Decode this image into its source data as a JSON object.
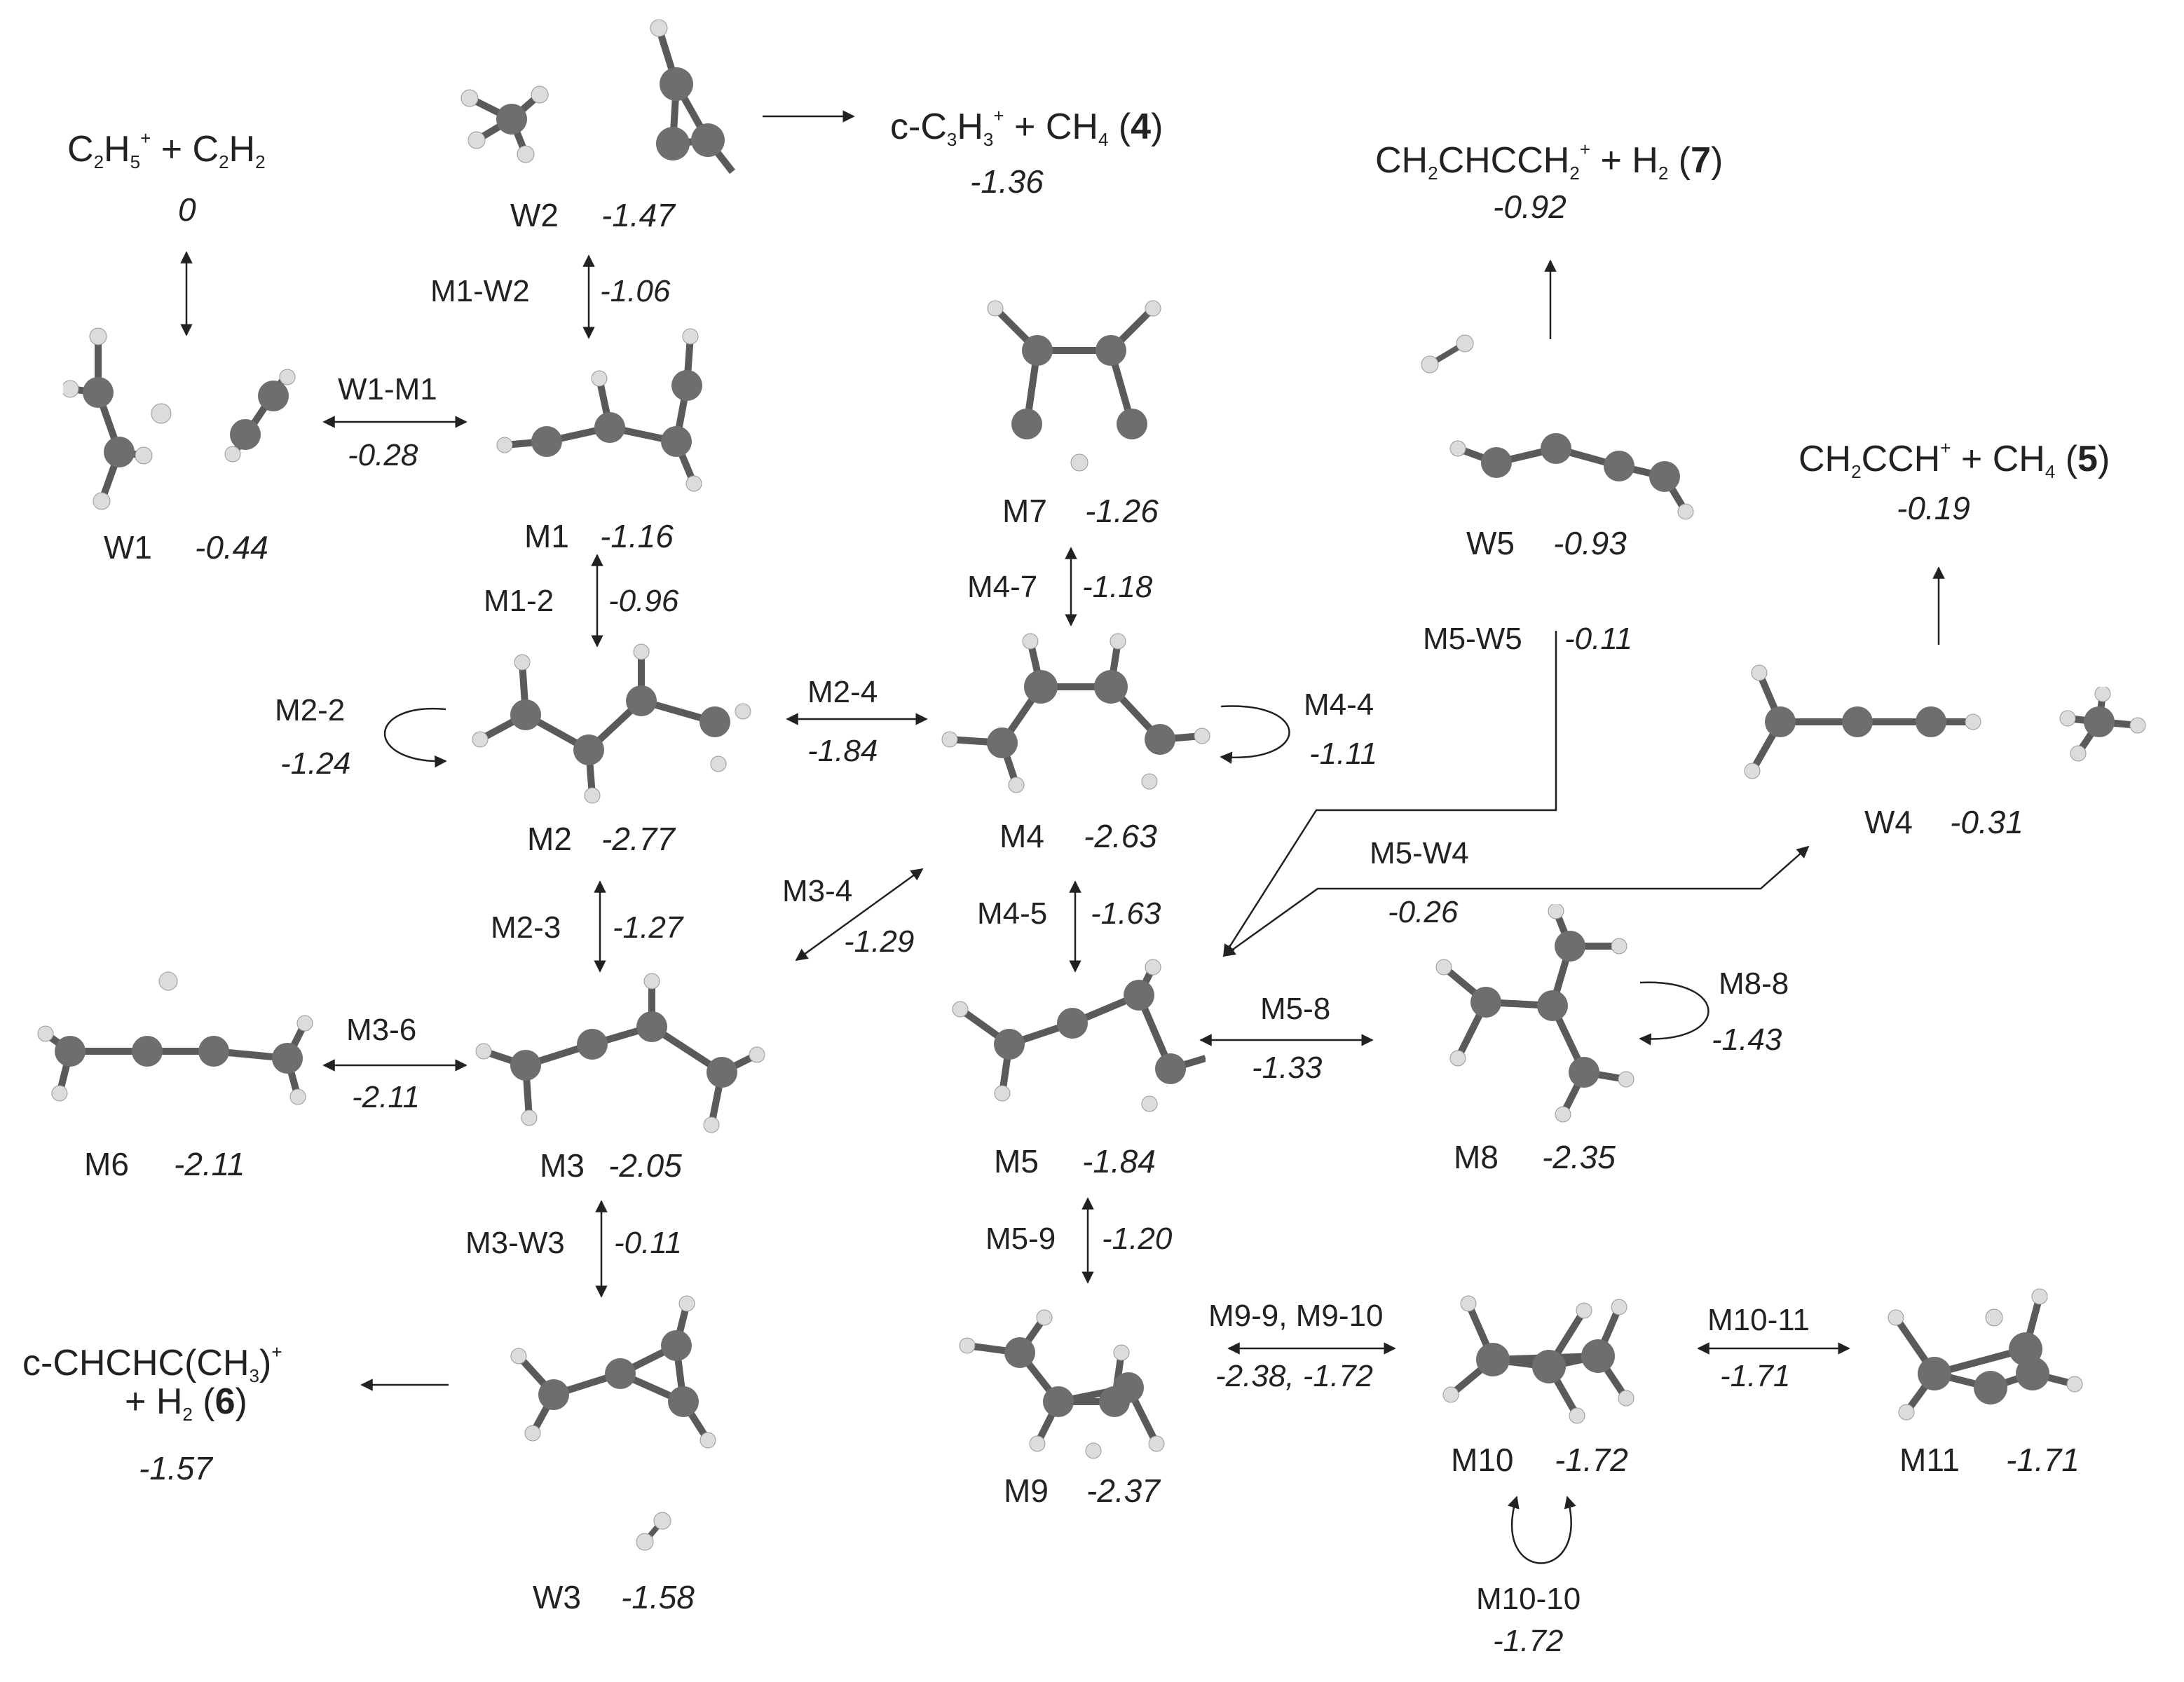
{
  "species": {
    "W1": {
      "name": "W1",
      "energy": "-0.44"
    },
    "W2": {
      "name": "W2",
      "energy": "-1.47"
    },
    "W3": {
      "name": "W3",
      "energy": "-1.58"
    },
    "W4": {
      "name": "W4",
      "energy": "-0.31"
    },
    "W5": {
      "name": "W5",
      "energy": "-0.93"
    },
    "M1": {
      "name": "M1",
      "energy": "-1.16"
    },
    "M2": {
      "name": "M2",
      "energy": "-2.77"
    },
    "M3": {
      "name": "M3",
      "energy": "-2.05"
    },
    "M4": {
      "name": "M4",
      "energy": "-2.63"
    },
    "M5": {
      "name": "M5",
      "energy": "-1.84"
    },
    "M6": {
      "name": "M6",
      "energy": "-2.11"
    },
    "M7": {
      "name": "M7",
      "energy": "-1.26"
    },
    "M8": {
      "name": "M8",
      "energy": "-2.35"
    },
    "M9": {
      "name": "M9",
      "energy": "-2.37"
    },
    "M10": {
      "name": "M10",
      "energy": "-1.72"
    },
    "M11": {
      "name": "M11",
      "energy": "-1.71"
    }
  },
  "products": {
    "reactants": {
      "energy": "0"
    },
    "p4": {
      "energy": "-1.36"
    },
    "p7": {
      "energy": "-0.92"
    },
    "p5": {
      "energy": "-0.19"
    },
    "p6": {
      "line2": "+ H",
      "energy": "-1.57"
    }
  },
  "transitions": {
    "W1-M1": {
      "label": "W1-M1",
      "energy": "-0.28"
    },
    "M1-W2": {
      "label": "M1-W2",
      "energy": "-1.06"
    },
    "M1-2": {
      "label": "M1-2",
      "energy": "-0.96"
    },
    "M2-2": {
      "label": "M2-2",
      "energy": "-1.24"
    },
    "M2-4": {
      "label": "M2-4",
      "energy": "-1.84"
    },
    "M4-4": {
      "label": "M4-4",
      "energy": "-1.11"
    },
    "M4-7": {
      "label": "M4-7",
      "energy": "-1.18"
    },
    "M2-3": {
      "label": "M2-3",
      "energy": "-1.27"
    },
    "M3-4": {
      "label": "M3-4",
      "energy": "-1.29"
    },
    "M4-5": {
      "label": "M4-5",
      "energy": "-1.63"
    },
    "M3-6": {
      "label": "M3-6",
      "energy": "-2.11"
    },
    "M5-8": {
      "label": "M5-8",
      "energy": "-1.33"
    },
    "M8-8": {
      "label": "M8-8",
      "energy": "-1.43"
    },
    "M3-W3": {
      "label": "M3-W3",
      "energy": "-0.11"
    },
    "M5-9": {
      "label": "M5-9",
      "energy": "-1.20"
    },
    "M9-9-10": {
      "label": "M9-9, M9-10",
      "energy": "-2.38, -1.72"
    },
    "M10-11": {
      "label": "M10-11",
      "energy": "-1.71"
    },
    "M10-10": {
      "label": "M10-10",
      "energy": "-1.72"
    },
    "M5-W5": {
      "label": "M5-W5",
      "energy": "-0.11"
    },
    "M5-W4": {
      "label": "M5-W4",
      "energy": "-0.26"
    }
  },
  "colors": {
    "carbon": "#6e6e6e",
    "hydrogen": "#dcdcdc",
    "text": "#222222"
  }
}
